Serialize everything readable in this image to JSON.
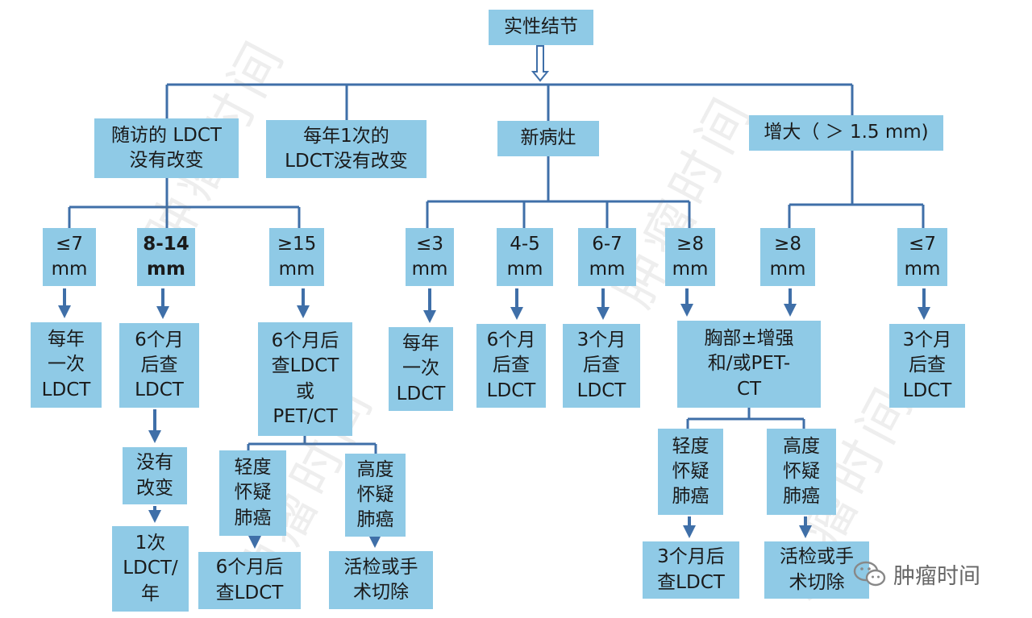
{
  "colors": {
    "box_fill": "#8fcae6",
    "connector": "#3f6fa8",
    "text": "#1a1a1a"
  },
  "watermark": {
    "text": "肿瘤时间"
  },
  "brand": {
    "icon": "wechat-icon",
    "name": "肿瘤时间"
  },
  "nodes": {
    "root": "实性结节",
    "followup_unchanged": "随访的 LDCT\n没有改变",
    "annual_unchanged": "每年1次的\nLDCT没有改变",
    "new_lesion": "新病灶",
    "enlarged": "增大（ ＞ 1.5 mm)",
    "a_le7": "≤7\nmm",
    "a_8_14": "8-14\nmm",
    "a_ge15": "≥15\nmm",
    "a_le7_action": "每年\n一次\nLDCT",
    "a_8_14_action": "6个月\n后查\nLDCT",
    "a_8_14_unchanged": "没有\n改变",
    "a_8_14_final": "1次\nLDCT/\n年",
    "a_ge15_action": "6个月后\n查LDCT\n或\nPET/CT",
    "a_ge15_low": "轻度\n怀疑\n肺癌",
    "a_ge15_high": "高度\n怀疑\n肺癌",
    "a_ge15_low_action": "6个月后\n查LDCT",
    "a_ge15_high_action": "活检或手\n术切除",
    "n_le3": "≤3\nmm",
    "n_4_5": "4-5\nmm",
    "n_6_7": "6-7\nmm",
    "n_ge8": "≥8\nmm",
    "n_le3_action": "每年\n一次\nLDCT",
    "n_4_5_action": "6个月\n后查\nLDCT",
    "n_6_7_action": "3个月\n后查\nLDCT",
    "e_ge8": "≥8\nmm",
    "e_le7": "≤7\nmm",
    "chest_ct": "胸部±增强\n和/或PET-\nCT",
    "e_le7_action": "3个月\n后查\nLDCT",
    "chest_low": "轻度\n怀疑\n肺癌",
    "chest_high": "高度\n怀疑\n肺癌",
    "chest_low_action": "3个月后\n查LDCT",
    "chest_high_action": "活检或手\n术切除"
  }
}
